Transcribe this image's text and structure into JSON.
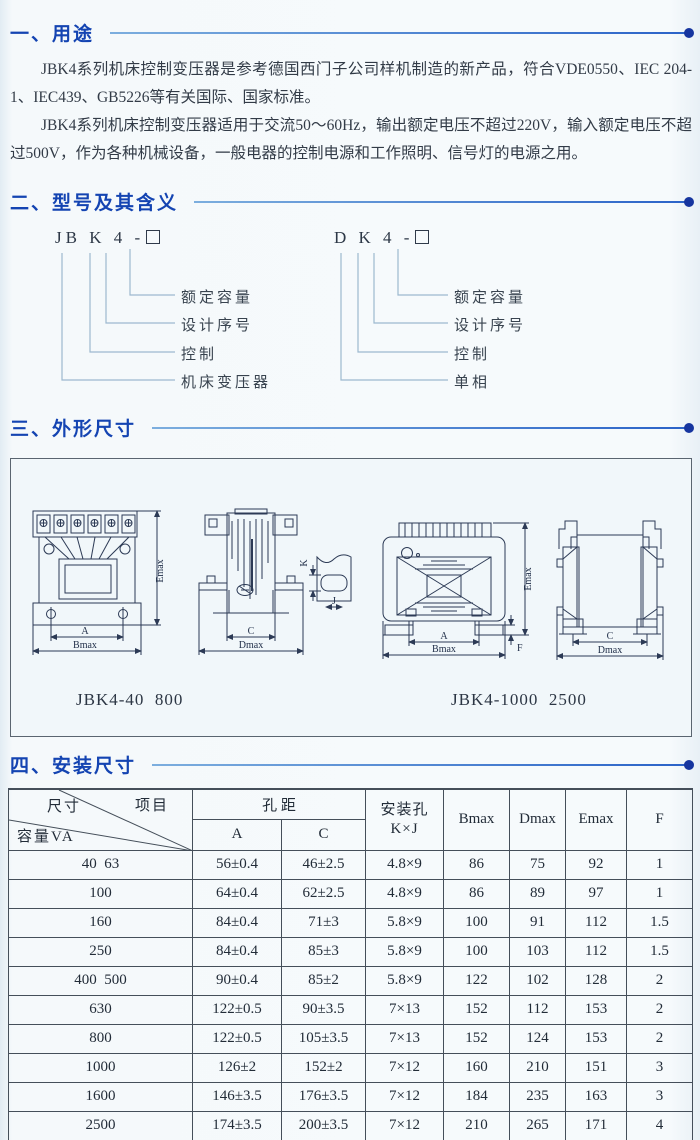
{
  "section1": {
    "title": "一、用途",
    "para1": "JBK4系列机床控制变压器是参考德国西门子公司样机制造的新产品，符合VDE0550、IEC 204-1、IEC439、GB5226等有关国际、国家标准。",
    "para2": "JBK4系列机床控制变压器适用于交流50～60Hz，输出额定电压不超过220V，输入额定电压不超过500V，作为各种机械设备，一般电器的控制电源和工作照明、信号灯的电源之用。"
  },
  "section2": {
    "title": "二、型号及其含义",
    "left": {
      "code": "JB K 4 -",
      "labels": [
        "额定容量",
        "设计序号",
        "控制",
        "机床变压器"
      ]
    },
    "right": {
      "code": "D K 4 -",
      "labels": [
        "额定容量",
        "设计序号",
        "控制",
        "单相"
      ]
    }
  },
  "section3": {
    "title": "三、外形尺寸",
    "caption_left": "JBK4-40  800",
    "caption_right": "JBK4-1000  2500",
    "dims": {
      "a": "A",
      "b": "Bmax",
      "c": "C",
      "d": "Dmax",
      "e": "Emax",
      "f": "F",
      "k": "K",
      "j": "J"
    }
  },
  "section4": {
    "title": "四、安装尺寸",
    "table": {
      "corner": {
        "dim": "尺寸",
        "item": "项目",
        "cap": "容量VA"
      },
      "group_header": "孔 距",
      "sub_headers": [
        "A",
        "C"
      ],
      "install_line1": "安装孔",
      "install_line2": "K×J",
      "col_headers": [
        "Bmax",
        "Dmax",
        "Emax",
        "F"
      ],
      "rows": [
        [
          "40  63",
          "56±0.4",
          "46±2.5",
          "4.8×9",
          "86",
          "75",
          "92",
          "1"
        ],
        [
          "100",
          "64±0.4",
          "62±2.5",
          "4.8×9",
          "86",
          "89",
          "97",
          "1"
        ],
        [
          "160",
          "84±0.4",
          "71±3",
          "5.8×9",
          "100",
          "91",
          "112",
          "1.5"
        ],
        [
          "250",
          "84±0.4",
          "85±3",
          "5.8×9",
          "100",
          "103",
          "112",
          "1.5"
        ],
        [
          "400  500",
          "90±0.4",
          "85±2",
          "5.8×9",
          "122",
          "102",
          "128",
          "2"
        ],
        [
          "630",
          "122±0.5",
          "90±3.5",
          "7×13",
          "152",
          "112",
          "153",
          "2"
        ],
        [
          "800",
          "122±0.5",
          "105±3.5",
          "7×13",
          "152",
          "124",
          "153",
          "2"
        ],
        [
          "1000",
          "126±2",
          "152±2",
          "7×12",
          "160",
          "210",
          "151",
          "3"
        ],
        [
          "1600",
          "146±3.5",
          "176±3.5",
          "7×12",
          "184",
          "235",
          "163",
          "3"
        ],
        [
          "2500",
          "174±3.5",
          "200±3.5",
          "7×12",
          "210",
          "265",
          "171",
          "4"
        ]
      ]
    }
  }
}
